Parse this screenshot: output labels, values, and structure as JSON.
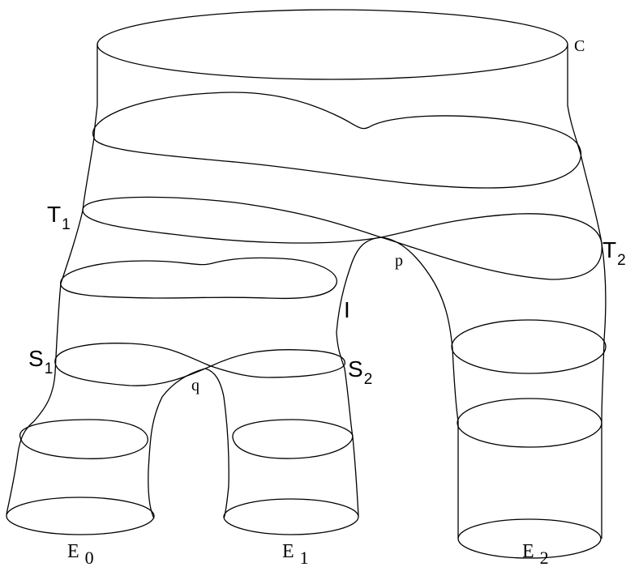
{
  "labels": {
    "C": "C",
    "T1": {
      "main": "T",
      "sub": "1"
    },
    "T2": {
      "main": "T",
      "sub": "2"
    },
    "p": "p",
    "I": "I",
    "S1": {
      "main": "S",
      "sub": "1"
    },
    "S2": {
      "main": "S",
      "sub": "2"
    },
    "q": "q",
    "E0": {
      "main": "E",
      "sub": "0"
    },
    "E1": {
      "main": "E",
      "sub": "1"
    },
    "E2": {
      "main": "E",
      "sub": "2"
    }
  }
}
